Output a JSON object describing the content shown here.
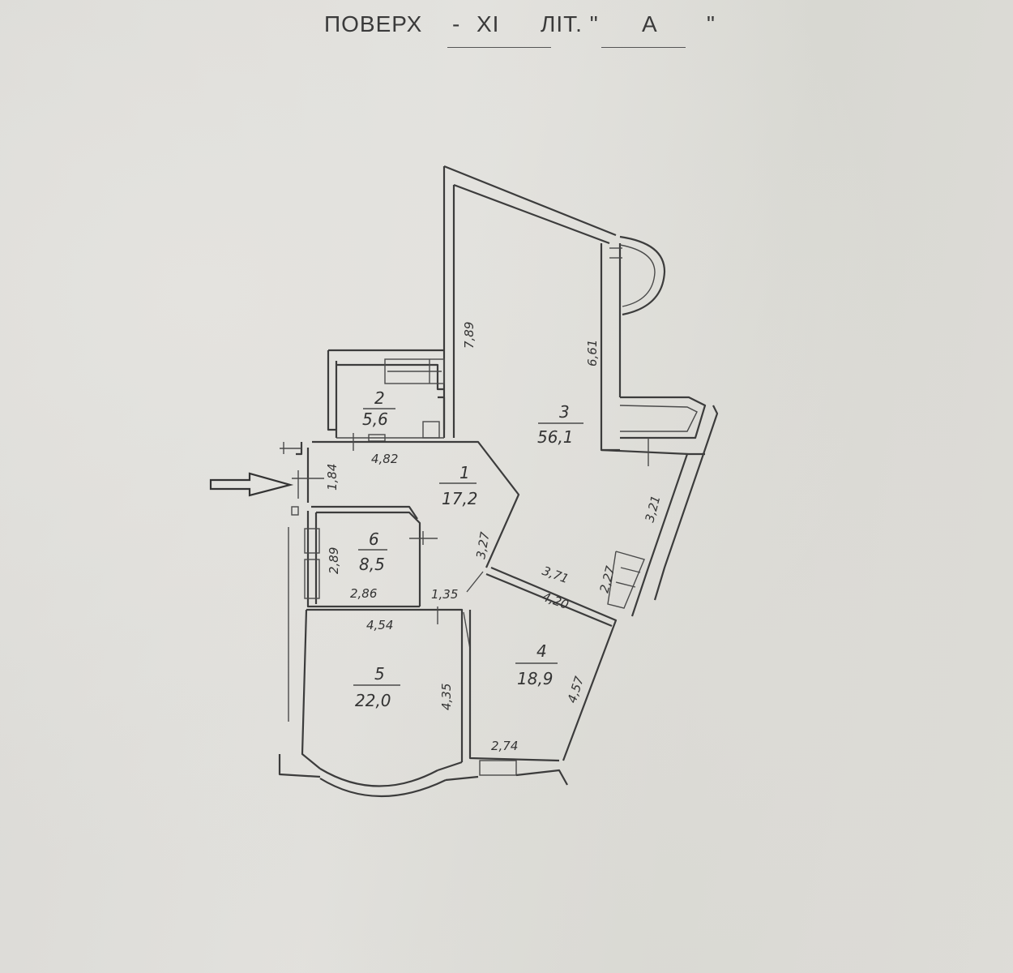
{
  "header": {
    "floor_label": "ПОВЕРХ",
    "floor_dash": "-",
    "floor_value": "XI",
    "lit_label": "ЛІТ. \"",
    "lit_value": "А",
    "lit_close": "\""
  },
  "rooms": [
    {
      "number": "1",
      "area": "17,2"
    },
    {
      "number": "2",
      "area": "5,6"
    },
    {
      "number": "3",
      "area": "56,1"
    },
    {
      "number": "4",
      "area": "18,9"
    },
    {
      "number": "5",
      "area": "22,0"
    },
    {
      "number": "6",
      "area": "8,5"
    }
  ],
  "dimensions": {
    "d_7_89": "7,89",
    "d_6_61": "6,61",
    "d_4_82": "4,82",
    "d_1_84": "1,84",
    "d_3_27a": "3,27",
    "d_3_21": "3,21",
    "d_2_27": "2,27",
    "d_3_71": "3,71",
    "d_4_20": "4,20",
    "d_2_86": "2,86",
    "d_2_89": "2,89",
    "d_1_35": "1,35",
    "d_4_54": "4,54",
    "d_4_35": "4,35",
    "d_4_57": "4,57",
    "d_2_74": "2,74"
  }
}
